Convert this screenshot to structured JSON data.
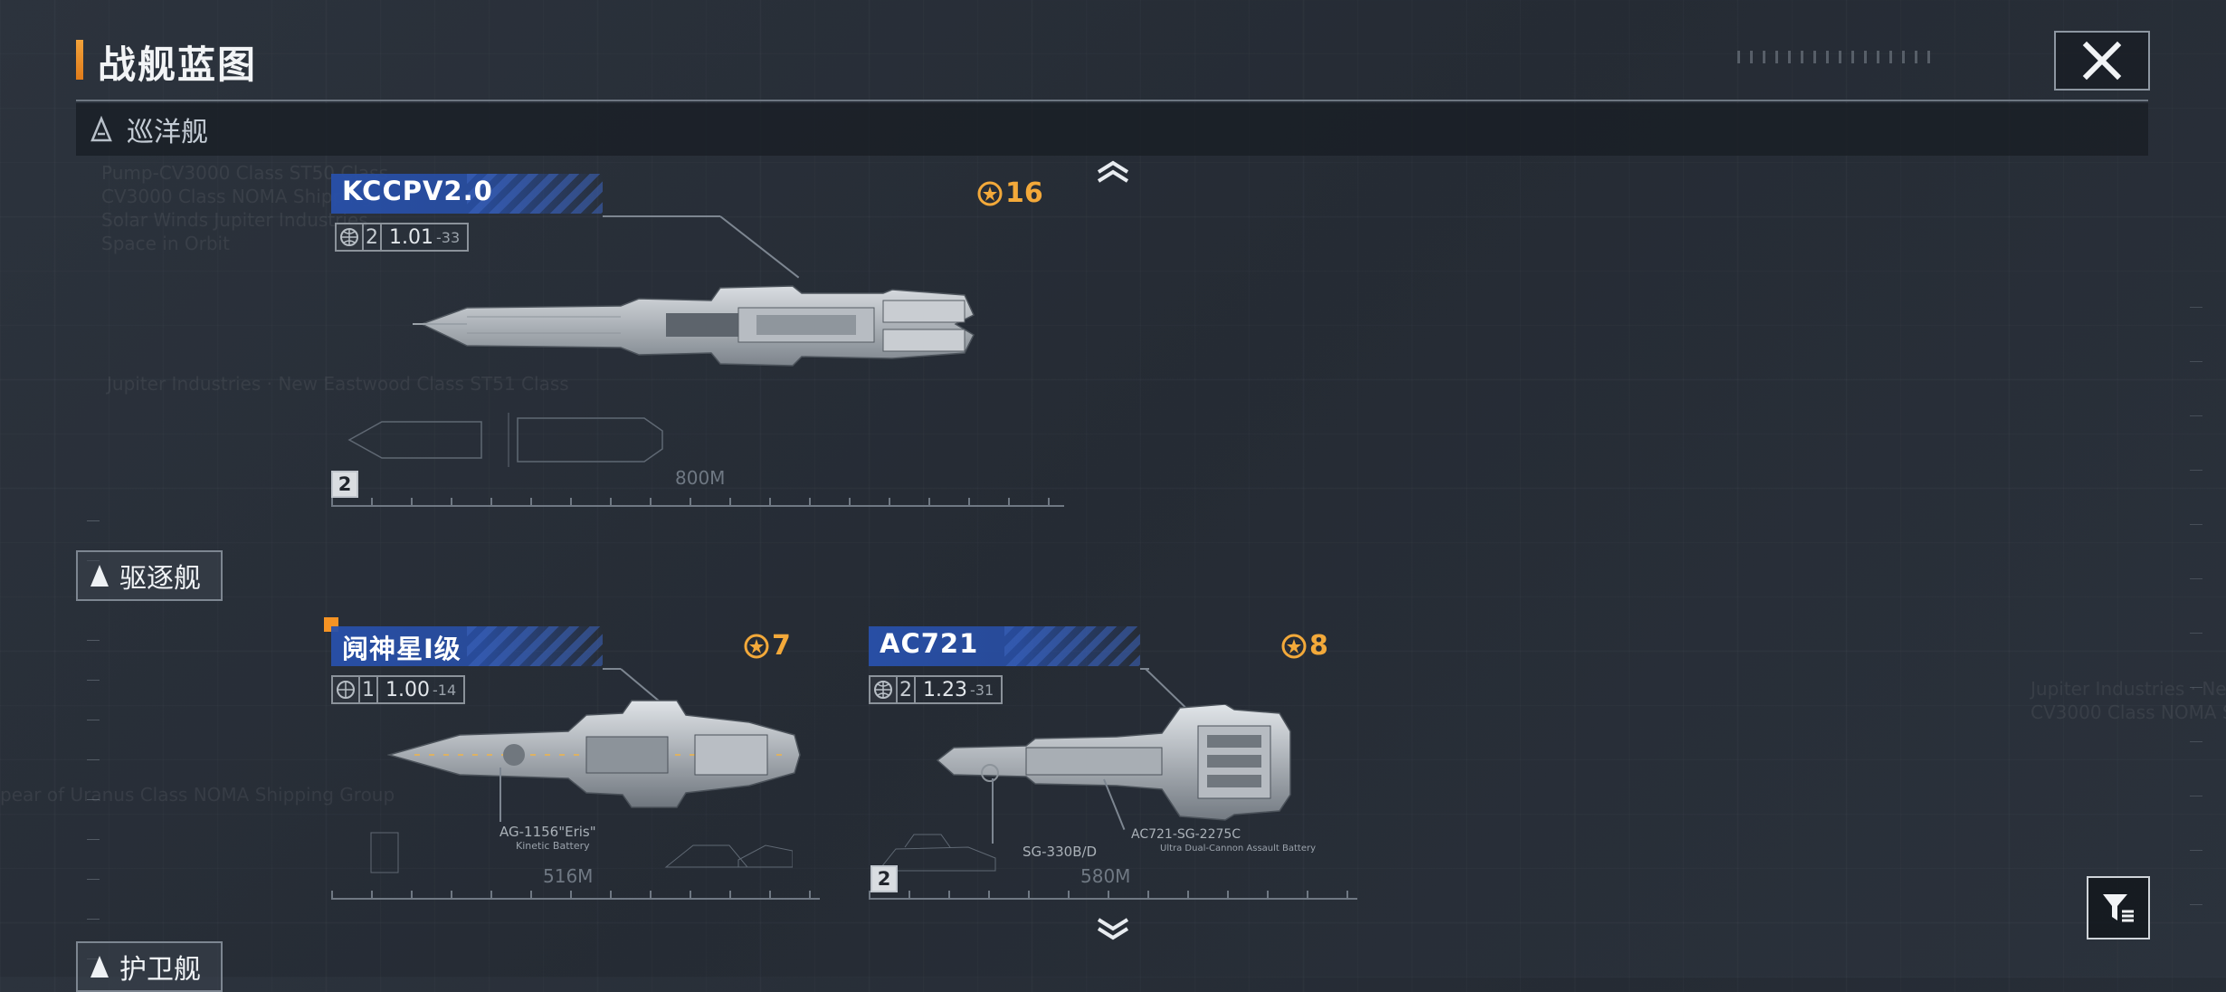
{
  "header": {
    "title": "战舰蓝图"
  },
  "categories": {
    "cruiser": {
      "label": "巡洋舰"
    },
    "destroyer": {
      "label": "驱逐舰"
    },
    "frigate": {
      "label": "护卫舰"
    }
  },
  "ships": [
    {
      "name": "KCCPV2.0",
      "cost": "16",
      "level": "2",
      "version": "1.01",
      "version_sub": "-33",
      "tier": "2",
      "length": "800M",
      "callouts": []
    },
    {
      "name": "阋神星Ⅰ级",
      "cost": "7",
      "level": "1",
      "version": "1.00",
      "version_sub": "-14",
      "tier": "",
      "length": "516M",
      "callouts": [
        "AG-1156\"Eris\"",
        "Kinetic Battery"
      ]
    },
    {
      "name": "AC721",
      "cost": "8",
      "level": "2",
      "version": "1.23",
      "version_sub": "-31",
      "tier": "2",
      "length": "580M",
      "callouts": [
        "SG-330B/D",
        "AC721-SG-2275C",
        "Ultra Dual-Cannon Assault Battery"
      ]
    }
  ],
  "icons": {
    "close": "close-icon",
    "filter": "filter-icon",
    "scroll_up": "chevron-up-icon",
    "scroll_down": "chevron-down-icon",
    "cost": "command-point-icon",
    "globe": "globe-icon"
  },
  "colors": {
    "accent": "#f3a33b",
    "name_banner": "#2850aa",
    "cost": "#f3a93a"
  }
}
